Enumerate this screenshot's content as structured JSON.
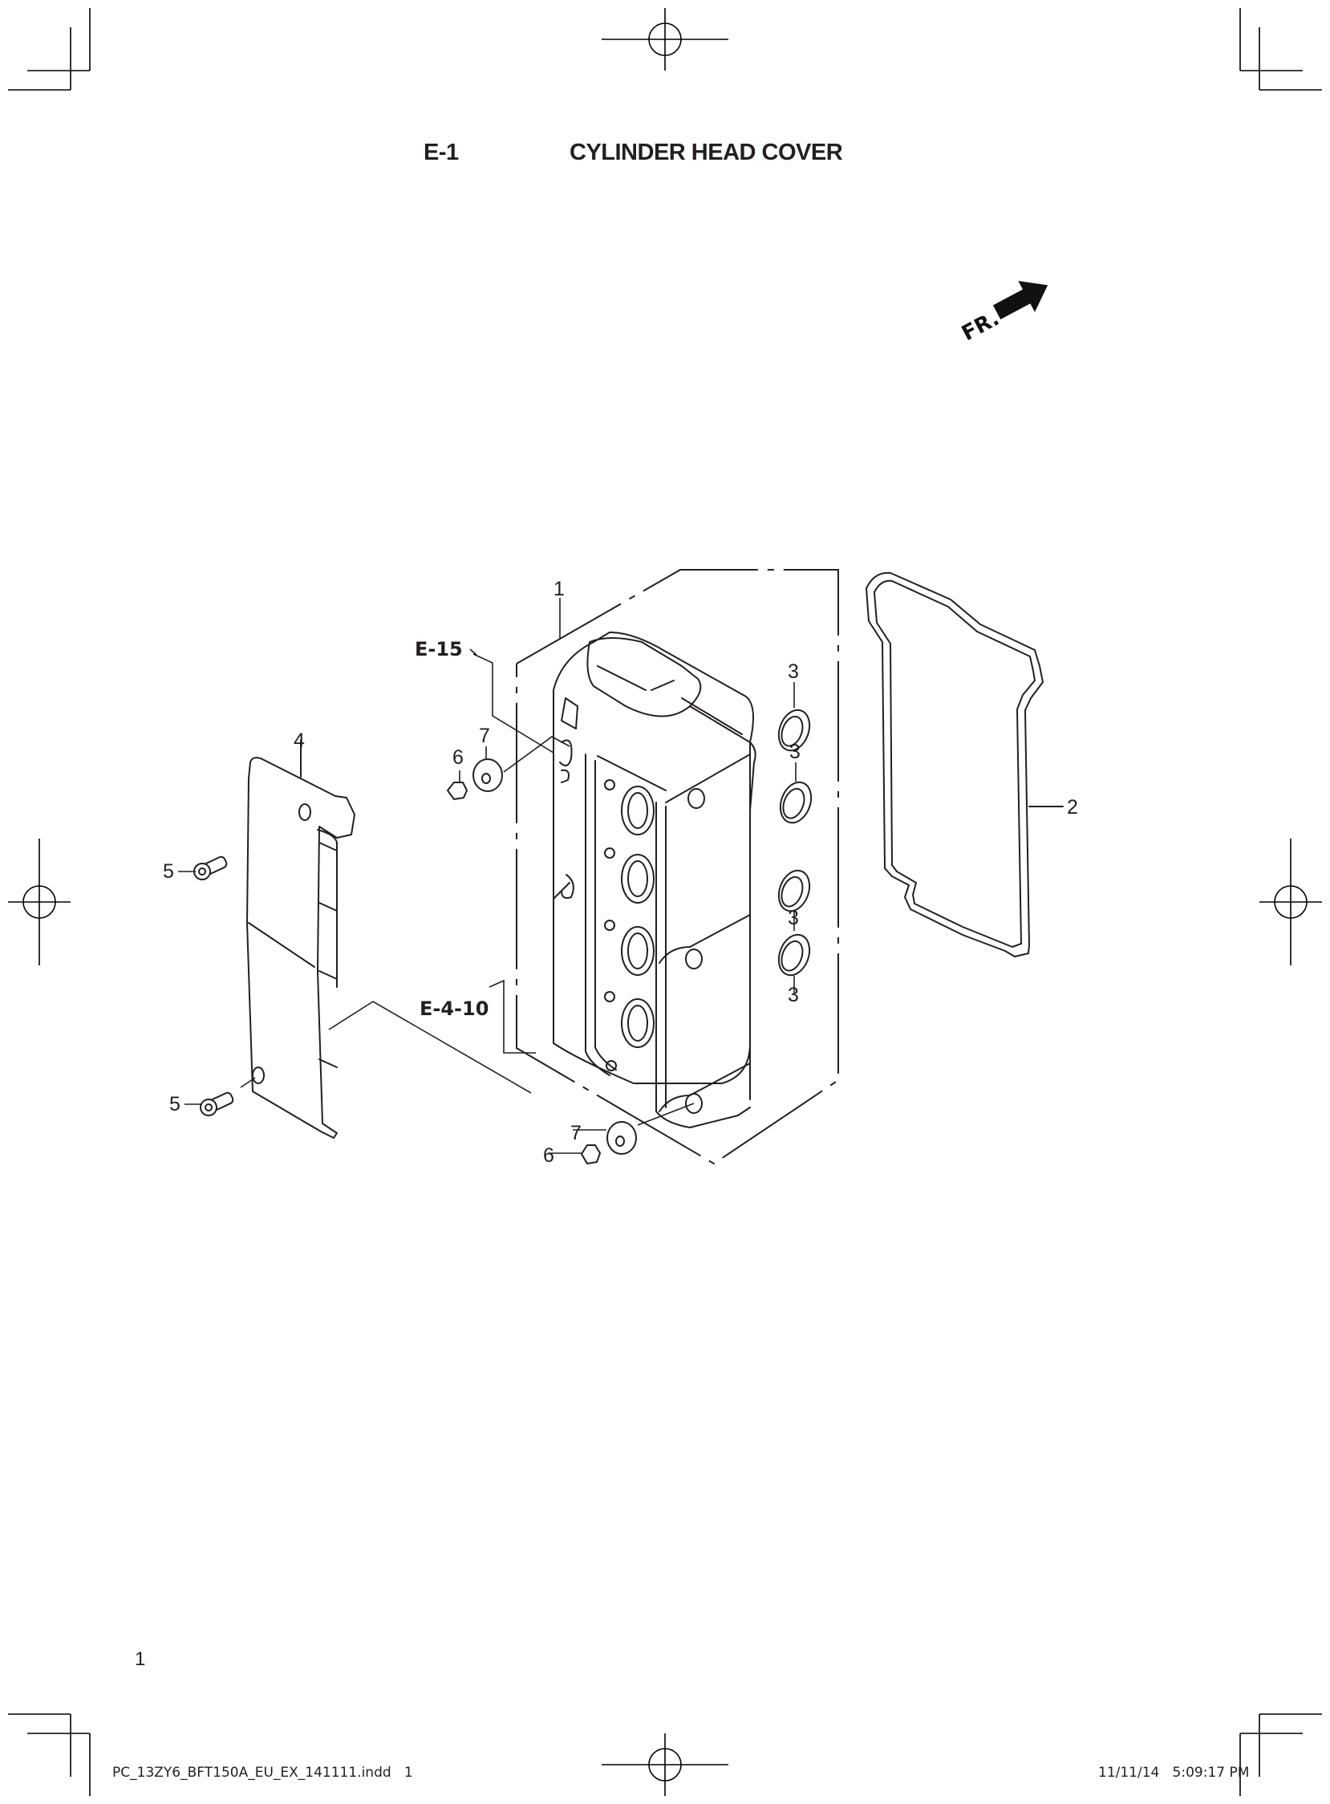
{
  "header": {
    "section_code": "E-1",
    "section_title": "CYLINDER HEAD COVER"
  },
  "orientation": {
    "label": "FR.",
    "icon": "arrow-up-right-icon"
  },
  "diagram": {
    "callouts": {
      "c1": "1",
      "c2": "2",
      "c3a": "3",
      "c3b": "3",
      "c3c": "3",
      "c3d": "3",
      "c4": "4",
      "c5a": "5",
      "c5b": "5",
      "c6a": "6",
      "c6b": "6",
      "c7a": "7",
      "c7b": "7"
    },
    "references": {
      "ref_top": "E-15",
      "ref_mid": "E-4-10"
    },
    "parts": [
      {
        "ref": "1",
        "name": "cylinder-head-cover"
      },
      {
        "ref": "2",
        "name": "head-cover-gasket"
      },
      {
        "ref": "3",
        "name": "plug-hole-seal"
      },
      {
        "ref": "4",
        "name": "head-cover-plate"
      },
      {
        "ref": "5",
        "name": "socket-bolt"
      },
      {
        "ref": "6",
        "name": "flange-bolt"
      },
      {
        "ref": "7",
        "name": "rubber-grommet"
      }
    ]
  },
  "page": {
    "number": "1"
  },
  "footer": {
    "filename": "PC_13ZY6_BFT150A_EU_EX_141111.indd   1",
    "timestamp": "11/11/14   5:09:17 PM"
  }
}
